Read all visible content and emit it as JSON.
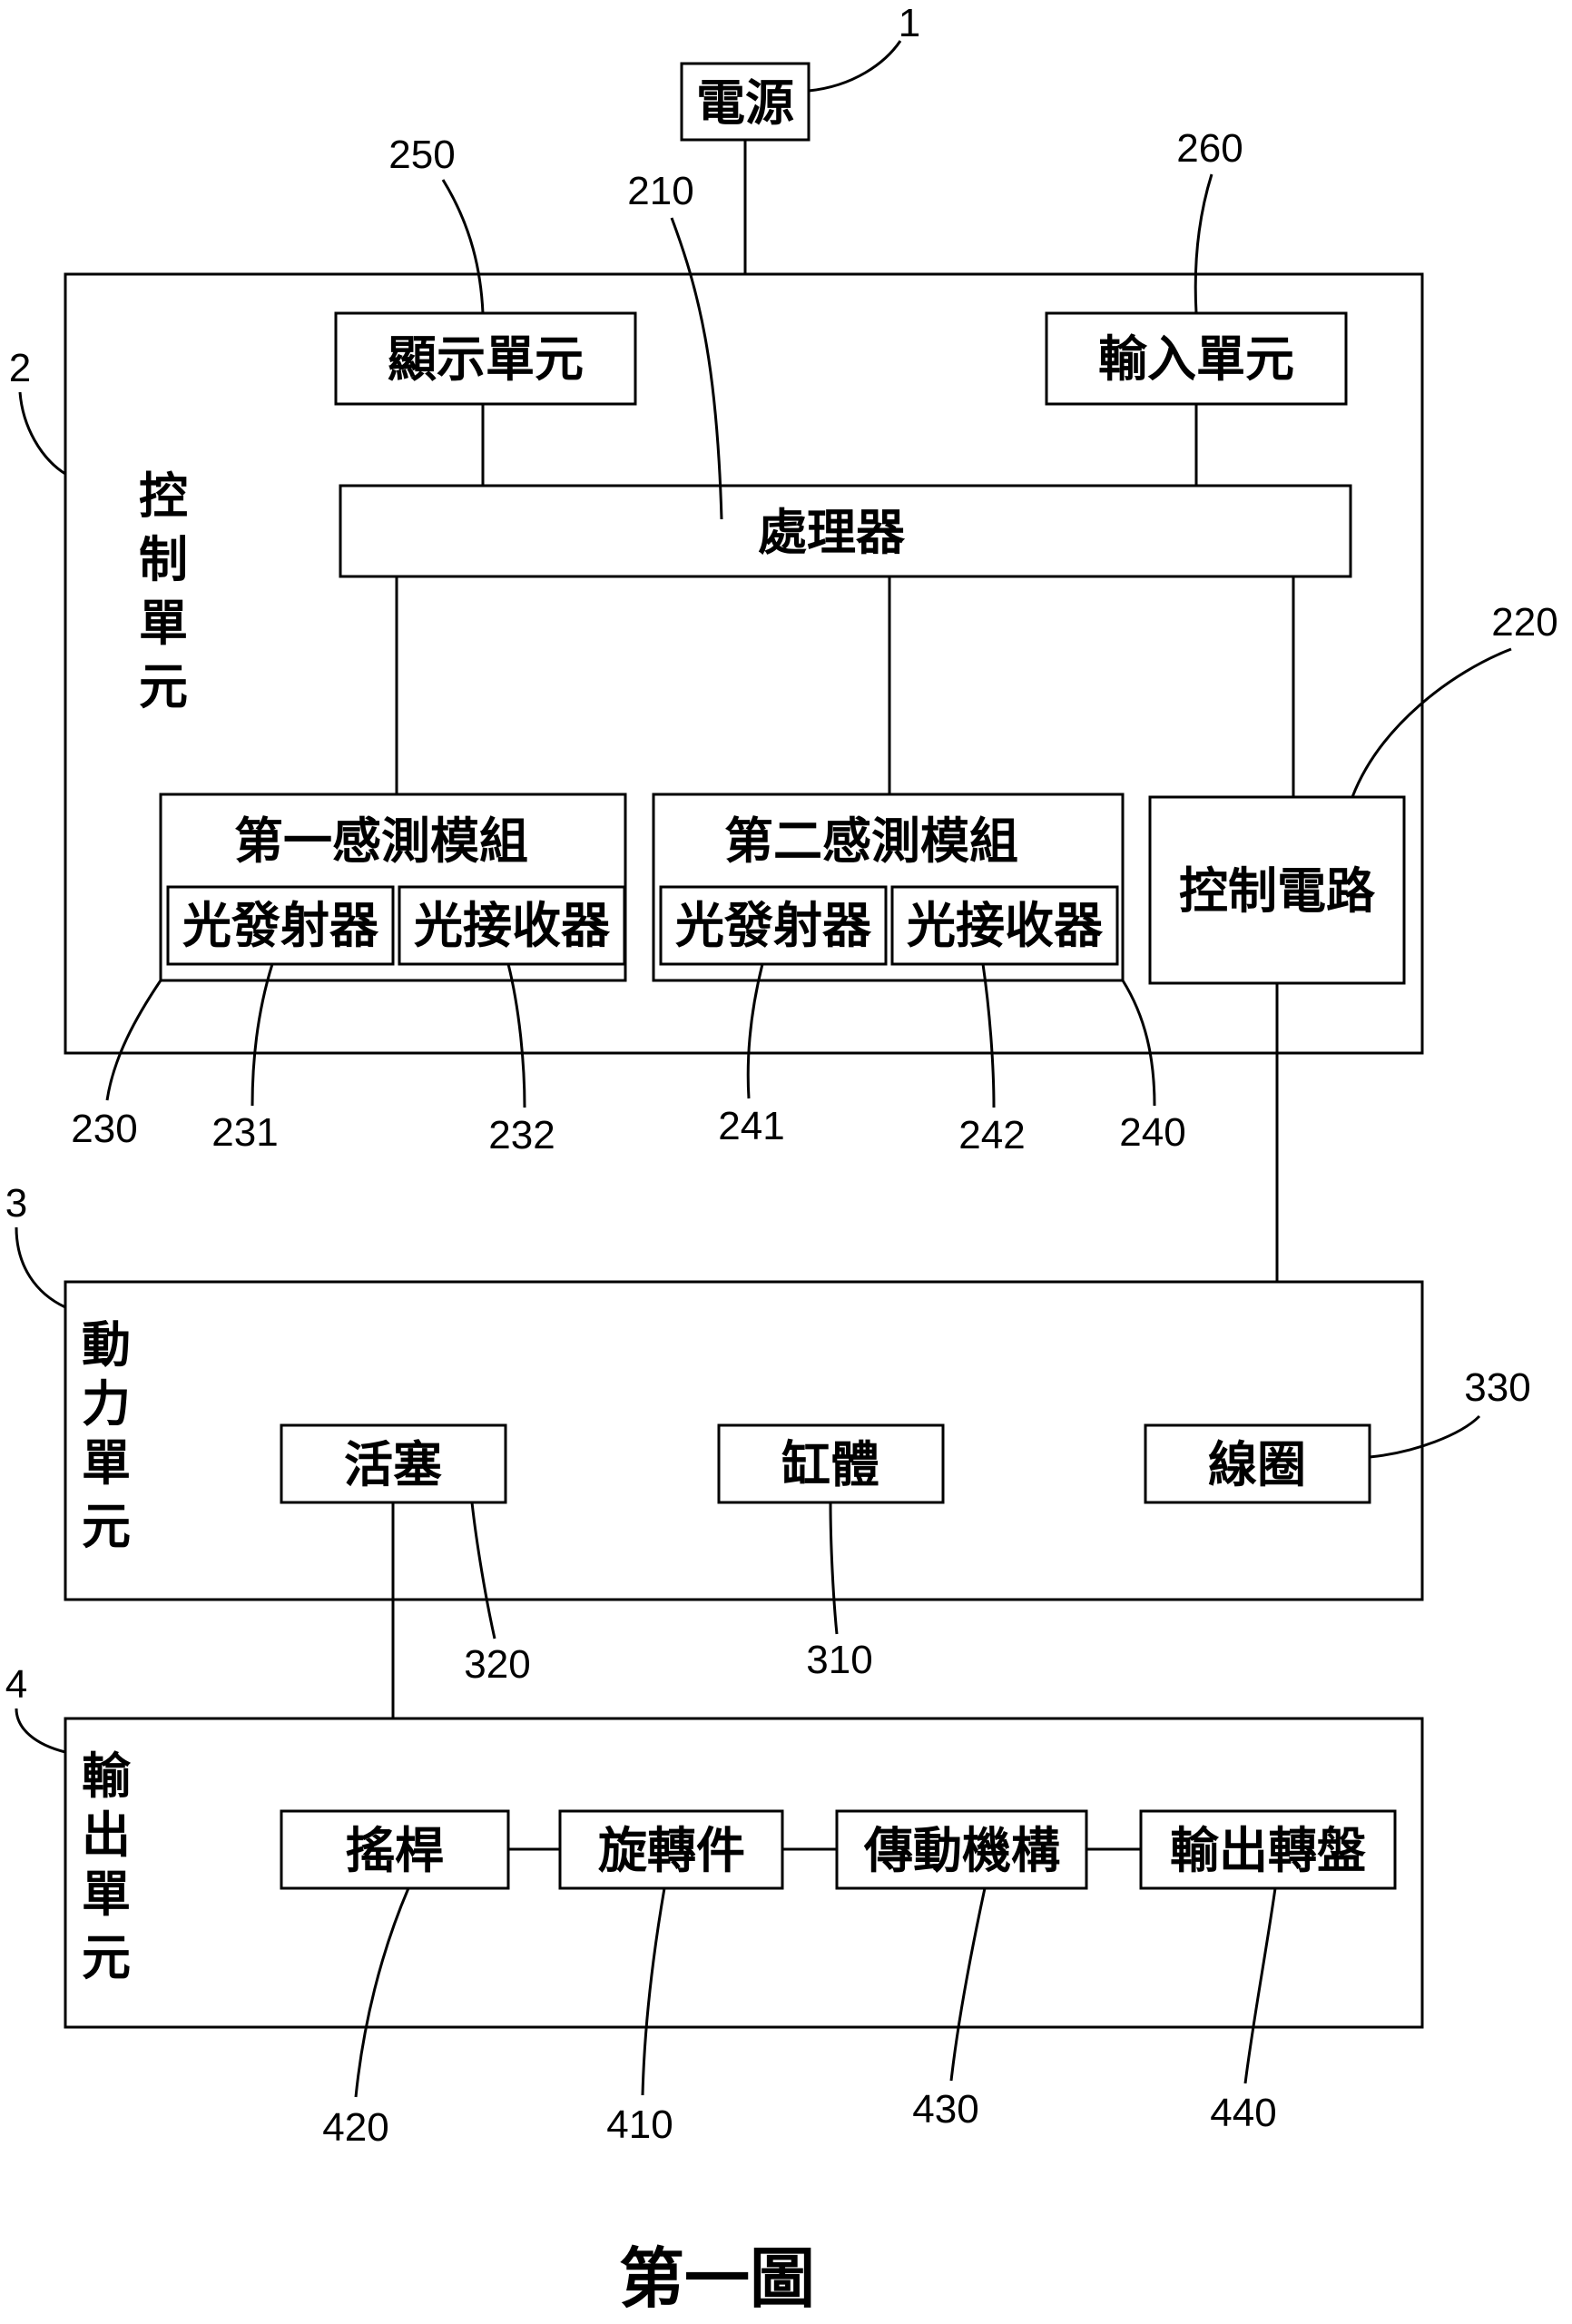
{
  "figure_caption": "第一圖",
  "power": {
    "label": "電源",
    "ref": "1"
  },
  "control_unit": {
    "title": [
      "控",
      "制",
      "單",
      "元"
    ],
    "ref": "2",
    "display": {
      "label": "顯示單元",
      "ref": "250"
    },
    "input": {
      "label": "輸入單元",
      "ref": "260"
    },
    "processor": {
      "label": "處理器",
      "ref": "210"
    },
    "control_circuit": {
      "label": "控制電路",
      "ref": "220"
    },
    "sensor1": {
      "title": "第一感測模組",
      "ref": "230",
      "emitter": {
        "label": "光發射器",
        "ref": "231"
      },
      "receiver": {
        "label": "光接收器",
        "ref": "232"
      }
    },
    "sensor2": {
      "title": "第二感測模組",
      "ref": "240",
      "emitter": {
        "label": "光發射器",
        "ref": "241"
      },
      "receiver": {
        "label": "光接收器",
        "ref": "242"
      }
    }
  },
  "power_unit": {
    "title": [
      "動",
      "力",
      "單",
      "元"
    ],
    "ref": "3",
    "piston": {
      "label": "活塞",
      "ref": "320"
    },
    "cylinder": {
      "label": "缸體",
      "ref": "310"
    },
    "coil": {
      "label": "線圈",
      "ref": "330"
    }
  },
  "output_unit": {
    "title": [
      "輸",
      "出",
      "單",
      "元"
    ],
    "ref": "4",
    "rocker": {
      "label": "搖桿",
      "ref": "420"
    },
    "rotator": {
      "label": "旋轉件",
      "ref": "410"
    },
    "transmission": {
      "label": "傳動機構",
      "ref": "430"
    },
    "turntable": {
      "label": "輸出轉盤",
      "ref": "440"
    }
  }
}
